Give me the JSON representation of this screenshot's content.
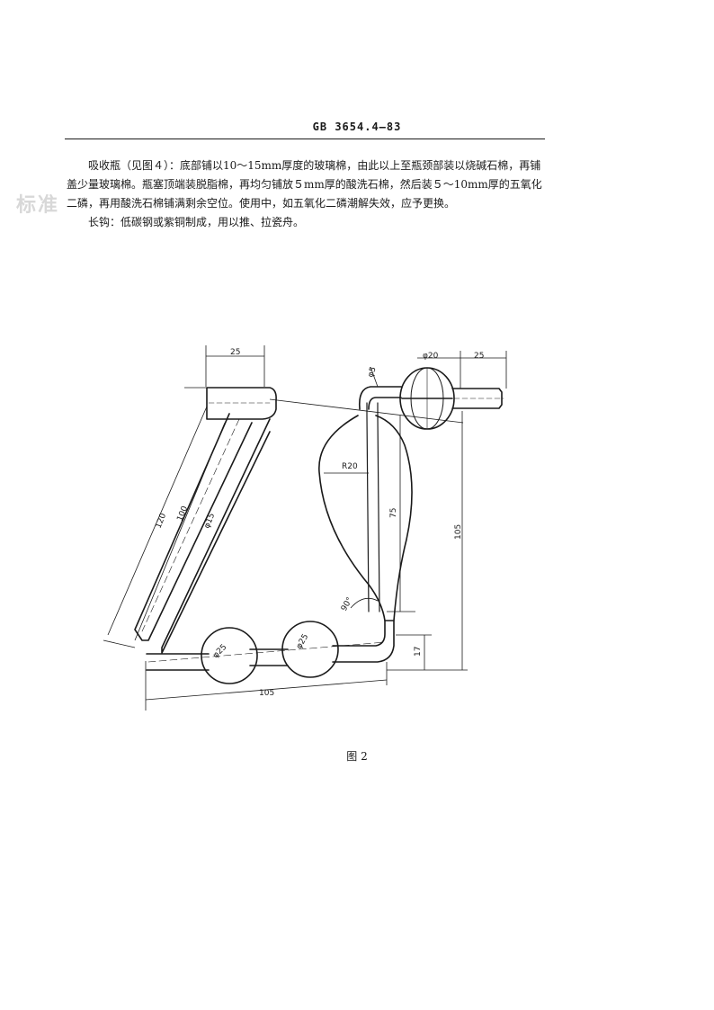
{
  "header": {
    "standard_number": "GB 3654.4—83"
  },
  "watermark": {
    "text": "标准"
  },
  "paragraphs": [
    "吸收瓶（见图４）：底部铺以10～15mm厚度的玻璃棉，由此以上至瓶颈部装以烧碱石棉，再铺盖少量玻璃棉。瓶塞顶端装脱脂棉，再均匀铺放５mm厚的酸洗石棉，然后装５～10mm厚的五氧化二磷，再用酸洗石棉铺满剩余空位。使用中，如五氧化二磷潮解失效，应予更换。",
    "长钩：低碳钢或紫铜制成，用以推、拉瓷舟。"
  ],
  "figure": {
    "caption": "图 2",
    "dimensions": {
      "d25_top": "25",
      "d120": "120",
      "d100": "100",
      "phi15": "φ15",
      "phi25_left": "φ25",
      "phi25_right": "φ25",
      "d105_bottom": "105",
      "phi5": "φ5",
      "phi20": "φ20",
      "d25_right": "25",
      "r20": "R20",
      "d75": "75",
      "d105_right": "105",
      "d17": "17",
      "angle90": "90°"
    }
  }
}
